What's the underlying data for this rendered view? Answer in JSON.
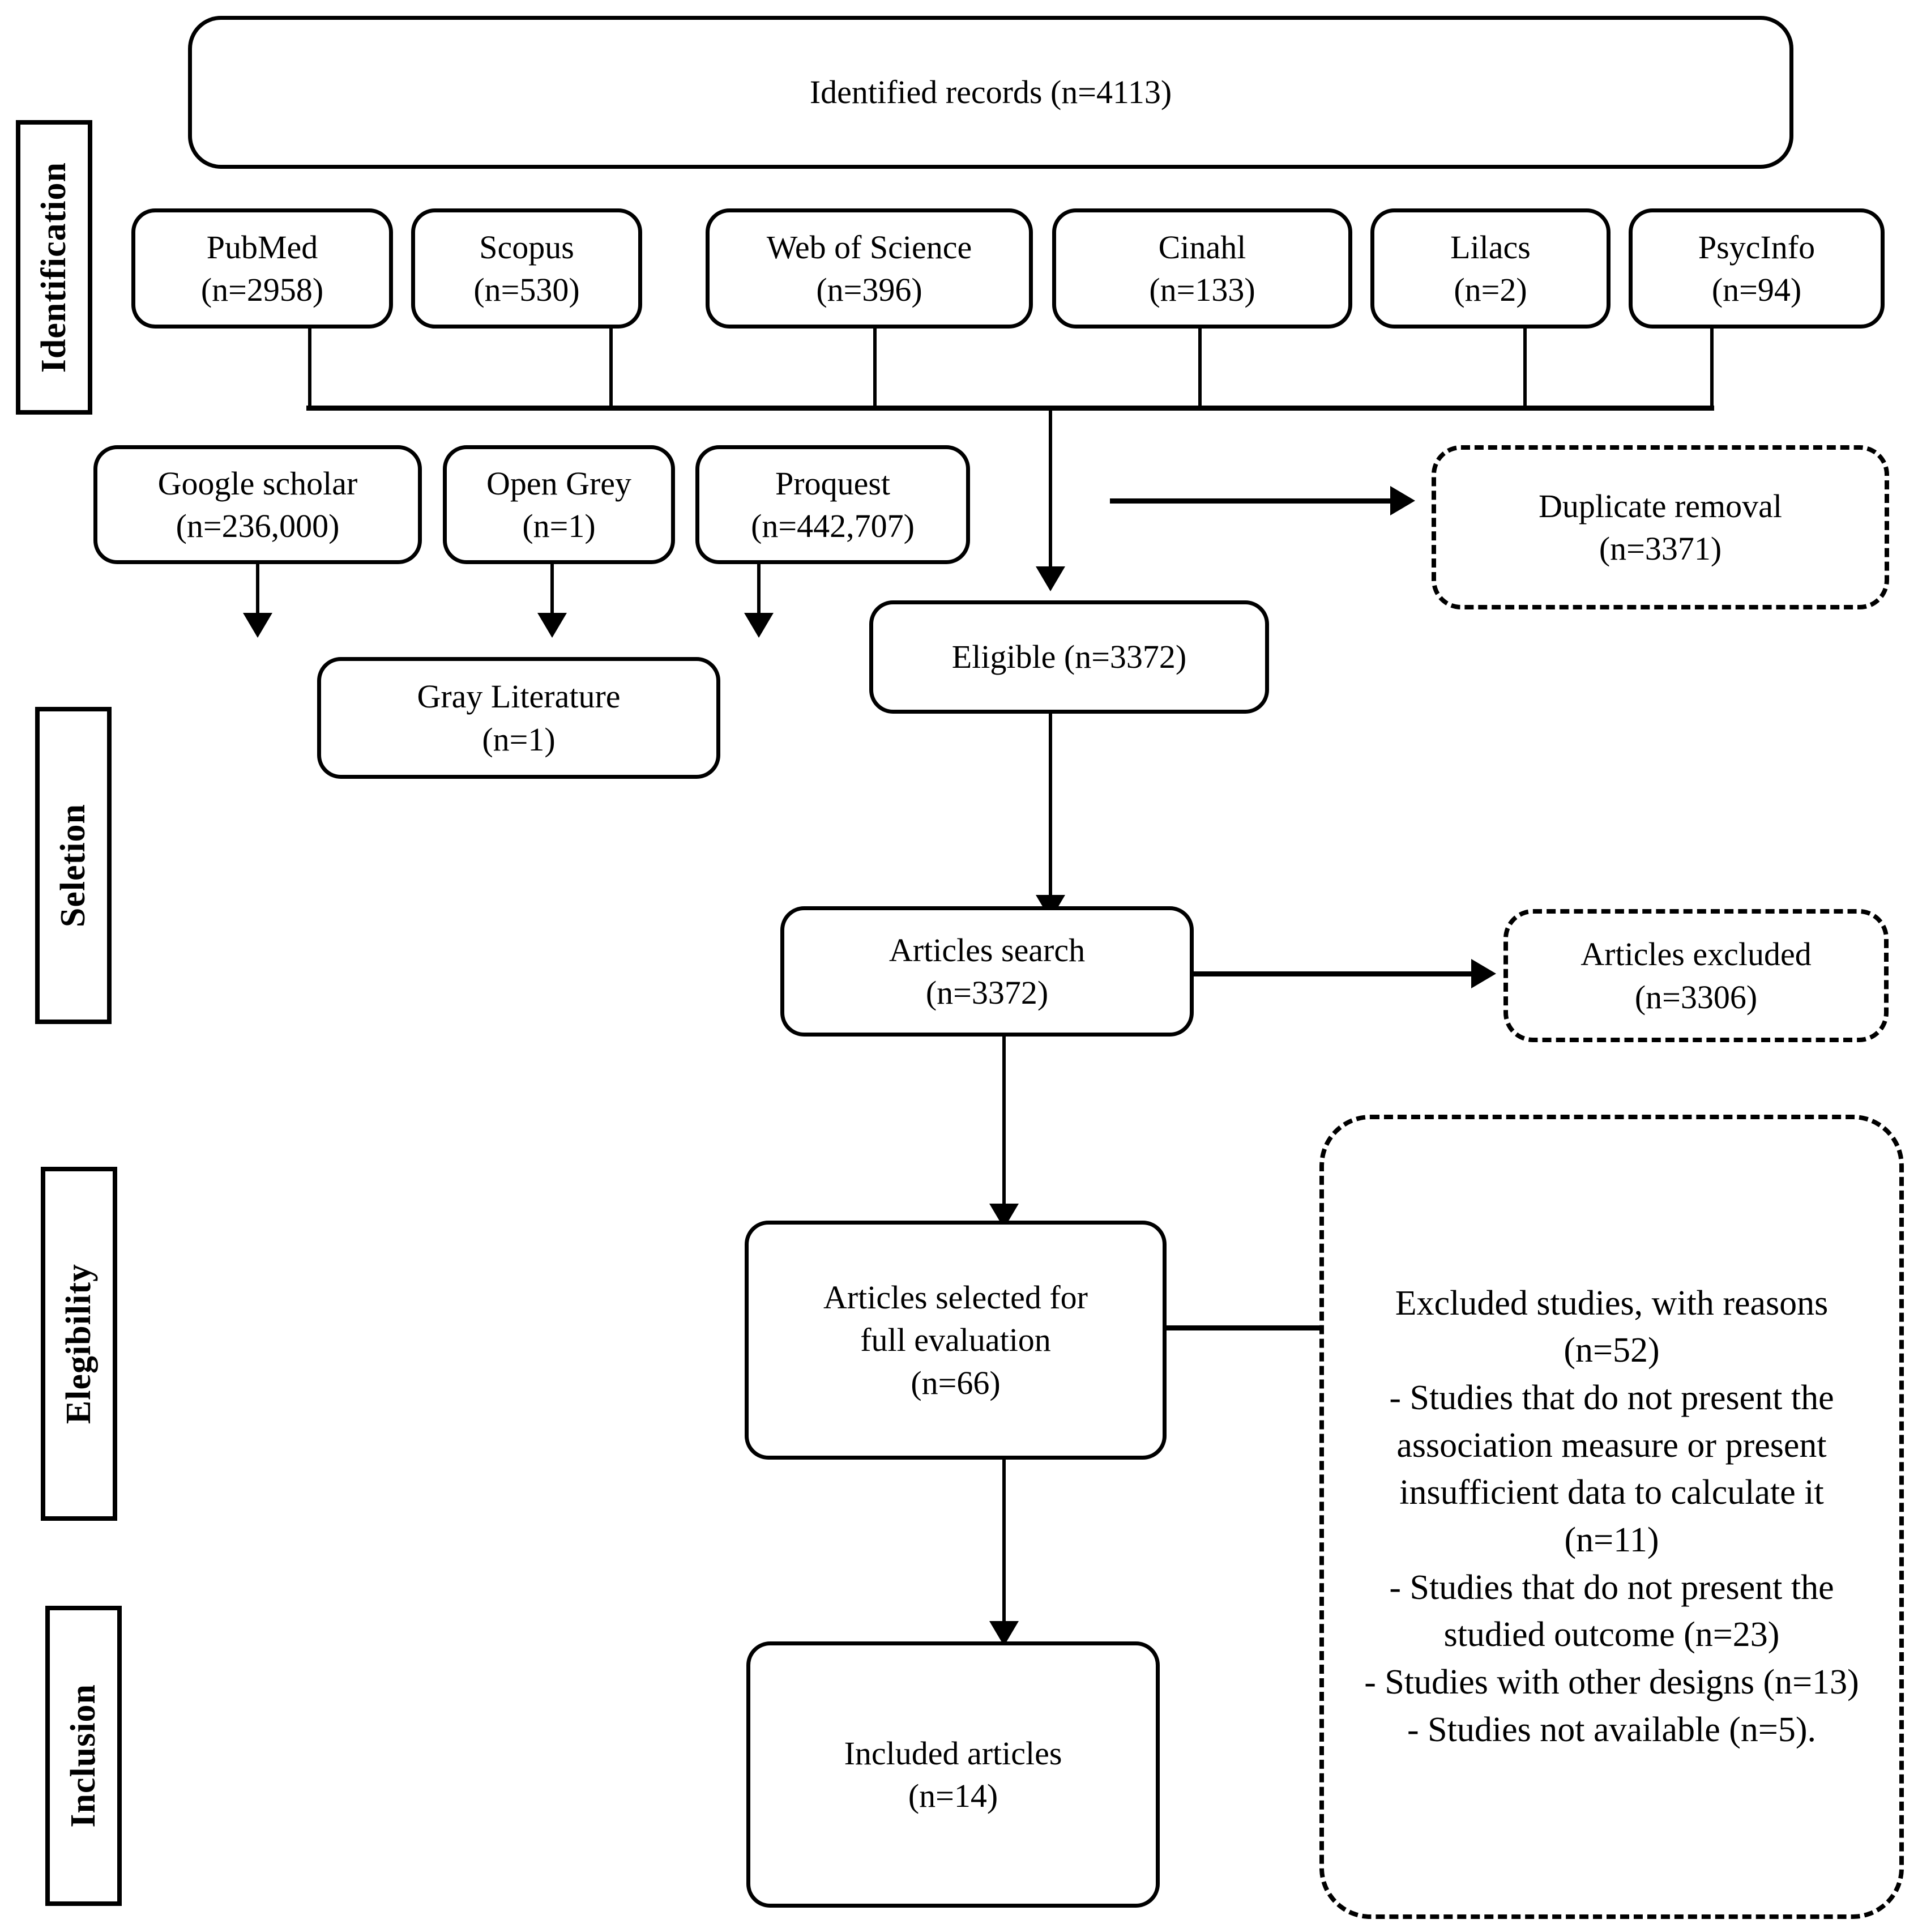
{
  "diagram": {
    "title": "PRISMA study selection flow diagram",
    "type": "flowchart",
    "stage_labels": [
      {
        "id": "identification",
        "label": "Identification"
      },
      {
        "id": "selection",
        "label": "Seletion"
      },
      {
        "id": "eligibility",
        "label": "Elegibility"
      },
      {
        "id": "inclusion",
        "label": "Inclusion"
      }
    ],
    "nodes": {
      "identified_records": {
        "line1": "Identified records (n=4113)",
        "count": 4113,
        "style": "solid"
      },
      "databases": [
        {
          "name": "PubMed",
          "count_label": "(n=2958)",
          "count": 2958
        },
        {
          "name": "Scopus",
          "count_label": "(n=530)",
          "count": 530
        },
        {
          "name": "Web of Science",
          "count_label": "(n=396)",
          "count": 396
        },
        {
          "name": "Cinahl",
          "count_label": "(n=133)",
          "count": 133
        },
        {
          "name": "Lilacs",
          "count_label": "(n=2)",
          "count": 2
        },
        {
          "name": "PsycInfo",
          "count_label": "(n=94)",
          "count": 94
        }
      ],
      "grey_sources": [
        {
          "name": "Google scholar",
          "count_label": "(n=236,000)",
          "count": 236000
        },
        {
          "name": "Open Grey",
          "count_label": "(n=1)",
          "count": 1
        },
        {
          "name": "Proquest",
          "count_label": "(n=442,707)",
          "count": 442707
        }
      ],
      "duplicate_removal": {
        "line1": "Duplicate removal",
        "line2": "(n=3371)",
        "count": 3371,
        "style": "dashed"
      },
      "gray_literature": {
        "line1": "Gray Literature",
        "line2": "(n=1)",
        "count": 1,
        "style": "solid"
      },
      "eligible": {
        "line1": "Eligible (n=3372)",
        "count": 3372,
        "style": "solid"
      },
      "articles_search": {
        "line1": "Articles search",
        "line2": "(n=3372)",
        "count": 3372,
        "style": "solid"
      },
      "articles_excluded": {
        "line1": "Articles excluded",
        "line2": "(n=3306)",
        "count": 3306,
        "style": "dashed"
      },
      "articles_selected": {
        "line1": "Articles selected for",
        "line2": "full evaluation",
        "line3": "(n=66)",
        "count": 66,
        "style": "solid"
      },
      "excluded_with_reasons": {
        "heading": "Excluded studies, with reasons (n=52)",
        "count": 52,
        "style": "dashed",
        "reasons": [
          {
            "text": "- Studies that do not present the association measure or present insufficient data to calculate it (n=11)",
            "count": 11
          },
          {
            "text": "- Studies that do not present the studied outcome (n=23)",
            "count": 23
          },
          {
            "text": "- Studies with other designs (n=13)",
            "count": 13
          },
          {
            "text": "- Studies not available (n=5).",
            "count": 5
          }
        ]
      },
      "included_articles": {
        "line1": "Included articles",
        "line2": "(n=14)",
        "count": 14,
        "style": "solid"
      }
    },
    "colors": {
      "line": "#000000",
      "box_fill": "#ffffff",
      "page_background": "#ffffff"
    }
  }
}
